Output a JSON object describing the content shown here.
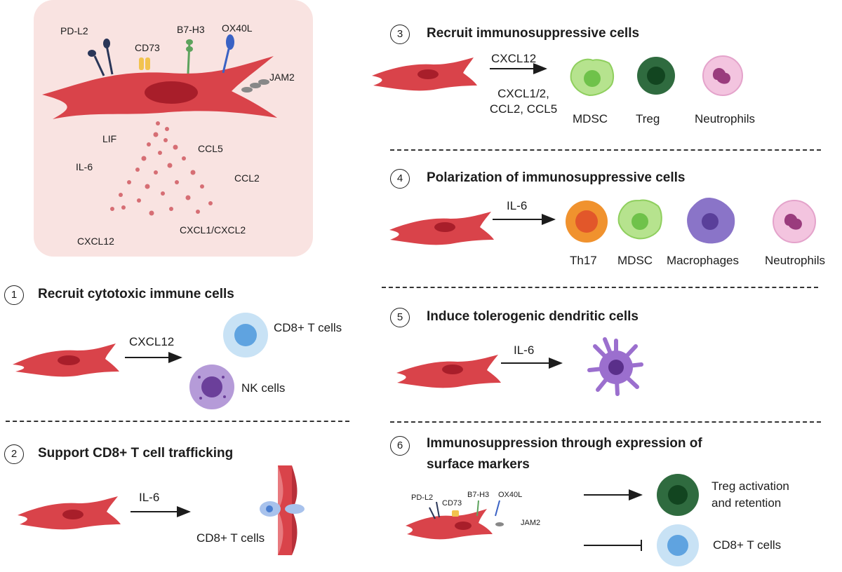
{
  "top_panel": {
    "surface_markers": [
      "PD-L2",
      "CD73",
      "B7-H3",
      "OX40L",
      "JAM2"
    ],
    "cytokines": [
      "LIF",
      "CCL5",
      "IL-6",
      "CCL2",
      "CXCL12",
      "CXCL1/CXCL2"
    ]
  },
  "sections": [
    {
      "number": "1",
      "title": "Recruit cytotoxic immune cells",
      "signal": "CXCL12",
      "cells": [
        "CD8+ T cells",
        "NK cells"
      ]
    },
    {
      "number": "2",
      "title": "Support CD8+ T cell trafficking",
      "signal": "IL-6",
      "cells": [
        "CD8+ T cells"
      ]
    },
    {
      "number": "3",
      "title": "Recruit immunosuppressive cells",
      "signal": "CXCL12",
      "signal2": "CXCL1/2,",
      "signal3": "CCL2, CCL5",
      "cells": [
        "MDSC",
        "Treg",
        "Neutrophils"
      ]
    },
    {
      "number": "4",
      "title": "Polarization of immunosuppressive cells",
      "signal": "IL-6",
      "cells": [
        "Th17",
        "MDSC",
        "Macrophages",
        "Neutrophils"
      ]
    },
    {
      "number": "5",
      "title": "Induce tolerogenic dendritic cells",
      "signal": "IL-6"
    },
    {
      "number": "6",
      "title_line1": "Immunosuppression through expression of",
      "title_line2": "surface markers",
      "markers": [
        "PD-L2",
        "CD73",
        "B7-H3",
        "OX40L",
        "JAM2"
      ],
      "outcome1_line1": "Treg activation",
      "outcome1_line2": "and retention",
      "outcome2": "CD8+ T cells"
    }
  ],
  "colors": {
    "fibroblast": "#d9434a",
    "nucleus": "#a81e2a",
    "panel_bg": "#f9e3e1",
    "mdsc": "#9ed96f",
    "treg": "#2f6b3f",
    "neutrophil": "#f0b6d6",
    "th17": "#f0922e",
    "macrophage": "#8a74c8",
    "cd8": "#a8d3f2",
    "nk": "#9a7ac4",
    "dendritic": "#9b6fce"
  }
}
